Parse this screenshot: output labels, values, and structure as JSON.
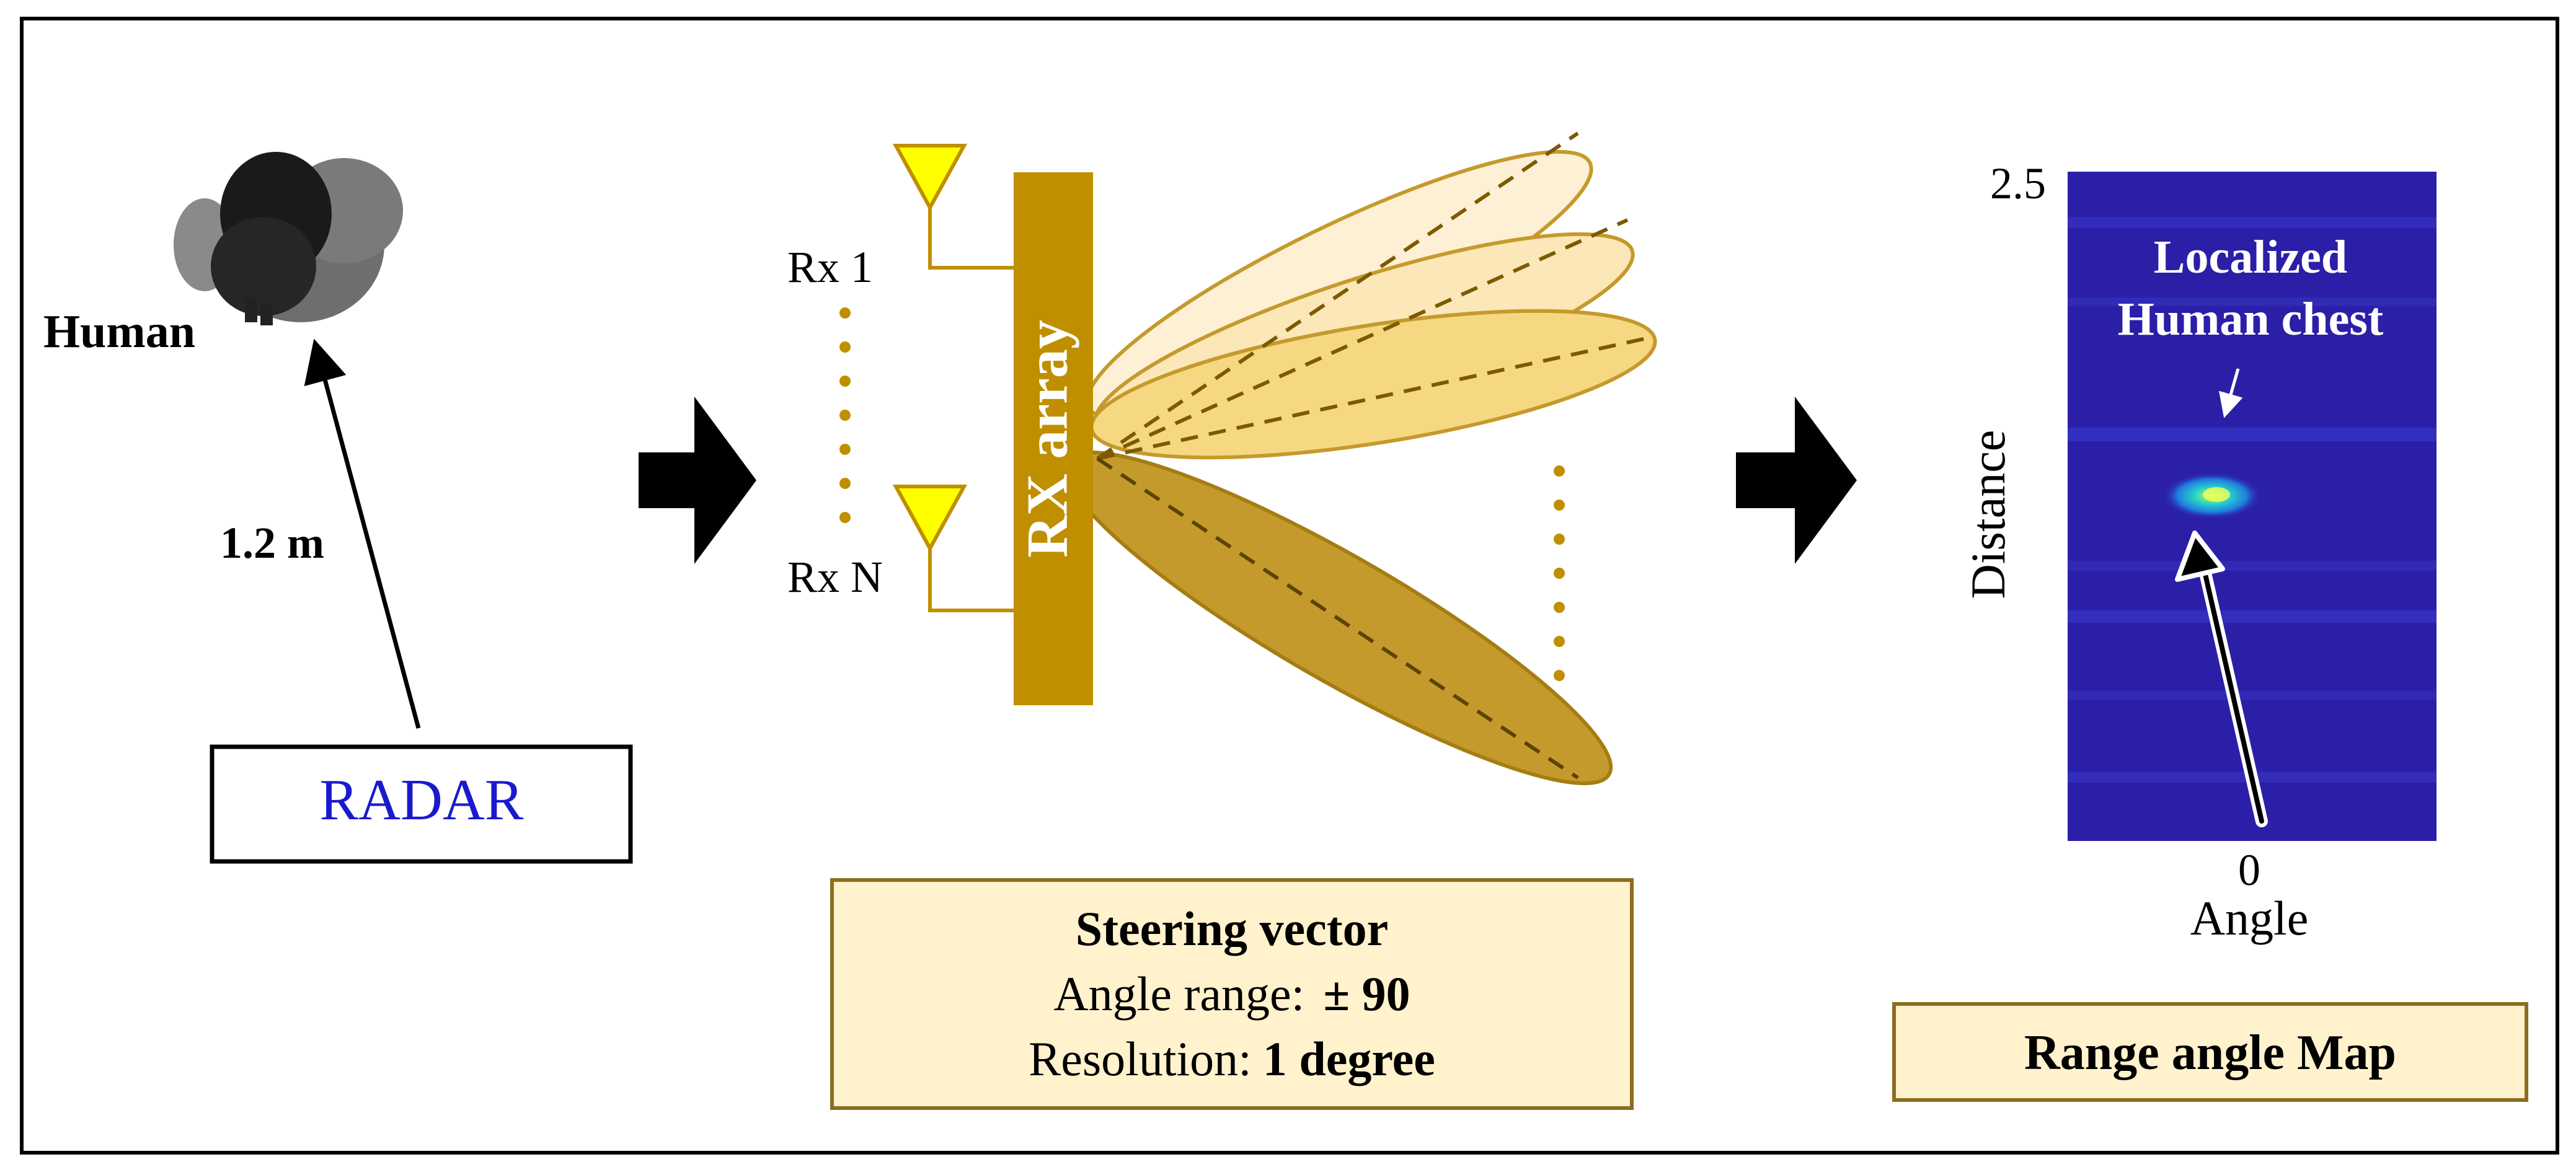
{
  "human": {
    "label": "Human",
    "distance_label": "1.2 m"
  },
  "radar": {
    "label": "RADAR"
  },
  "rx_array": {
    "label": "RX array",
    "rx_first": "Rx 1",
    "rx_last": "Rx N"
  },
  "steering": {
    "title": "Steering vector",
    "angle_range_label": "Angle range:",
    "angle_range_value": "± 90",
    "resolution_label": "Resolution:",
    "resolution_value": "1 degree"
  },
  "range_map": {
    "y_tick": "2.5",
    "x_tick": "0",
    "y_label": "Distance",
    "x_label": "Angle",
    "annotation_line1": "Localized",
    "annotation_line2": "Human chest",
    "caption": "Range angle Map"
  },
  "colors": {
    "radar_text": "#1a1acc",
    "array_gold": "#bf8f00",
    "antenna_yellow": "#ffff00",
    "caption_fill": "#fff2cc",
    "map_background": "#2b1fa8",
    "beam_light": "#fdf0d4",
    "beam_mid": "#fbe7b7",
    "beam_strong": "#f6d883",
    "beam_dark": "#c59a2c"
  }
}
